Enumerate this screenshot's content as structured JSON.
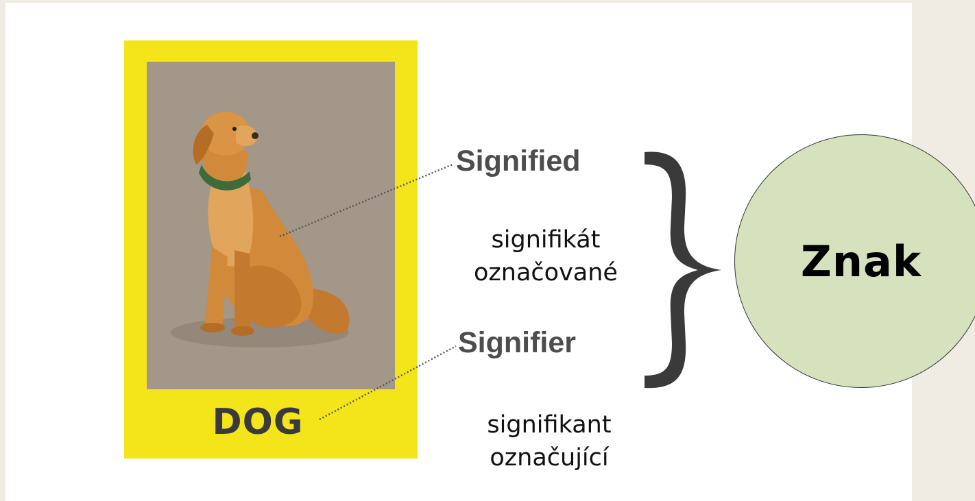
{
  "diagram": {
    "card_word": "DOG",
    "signified": {
      "label": "Signified",
      "czech_line1": "signifikát",
      "czech_line2": "označované"
    },
    "signifier": {
      "label": "Signifier",
      "czech_line1": "signifikant",
      "czech_line2": "označující"
    },
    "sign": {
      "label": "Znak"
    }
  },
  "colors": {
    "background": "#eeece3",
    "slide": "#ffffff",
    "card": "#f4e41a",
    "picture": "#a3978a",
    "dog": "#d08a3a",
    "collar": "#3f6b3a",
    "circle_fill": "#d6e2bd",
    "brace": "#3a3a3a"
  },
  "icons": {
    "picture": "sitting-dog-illustration"
  }
}
